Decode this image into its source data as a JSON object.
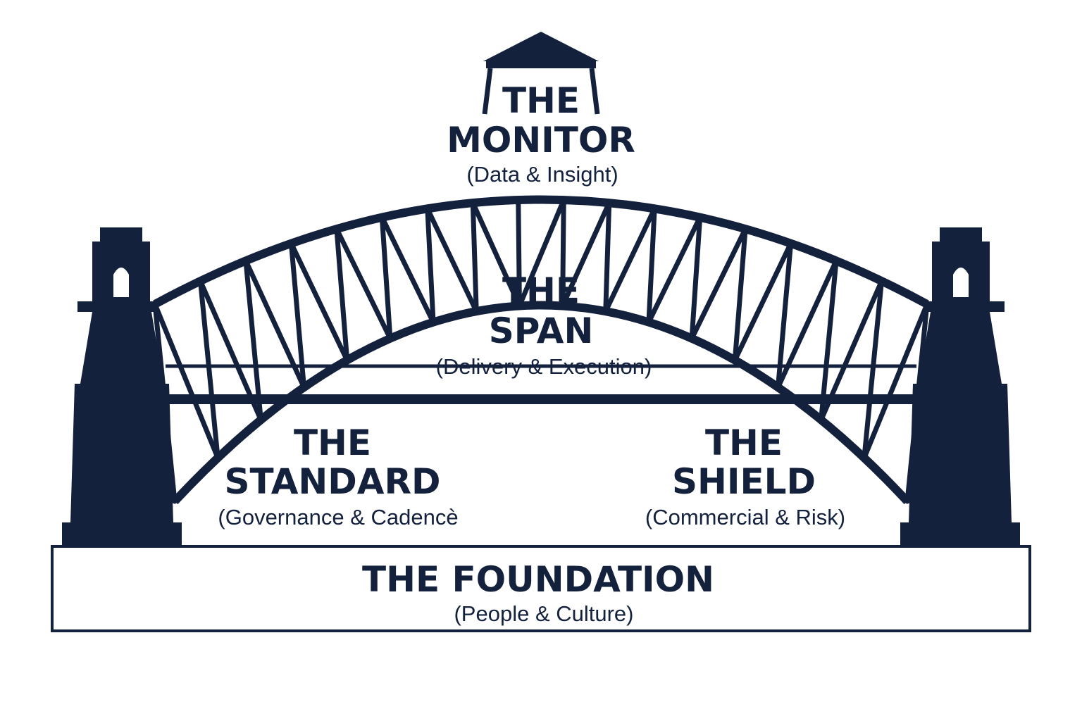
{
  "colors": {
    "ink": "#14213d",
    "background": "#ffffff"
  },
  "monitor": {
    "line1": "THE",
    "line2": "MONITOR",
    "subtitle": "(Data & Insight)",
    "icon": "pavilion-roof-icon"
  },
  "span": {
    "line1": "THE",
    "line2": "SPAN",
    "subtitle": "(Delivery & Execution)"
  },
  "standard": {
    "line1": "THE",
    "line2": "STANDARD",
    "subtitle": "(Governance & Cadencè"
  },
  "shield": {
    "line1": "THE",
    "line2": "SHIELD",
    "subtitle": "(Commercial & Risk)"
  },
  "foundation": {
    "title": "THE FOUNDATION",
    "subtitle": "(People & Culture)"
  },
  "pylons": {
    "left_icon": "pylon-tower-icon",
    "right_icon": "pylon-tower-icon"
  }
}
